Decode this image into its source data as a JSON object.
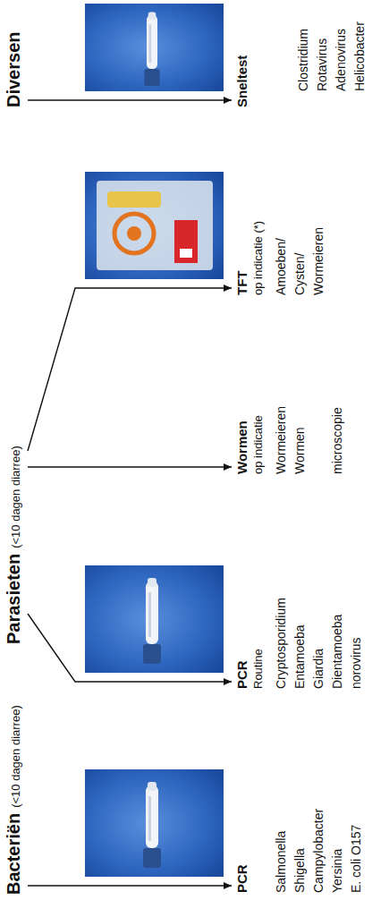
{
  "diagram": {
    "nodes": [
      {
        "text": [
          "Bacteriën",
          "(<10 dagen diarree)"
        ]
      },
      {
        "text": [
          "Parasieten",
          "(<10 dagen diarree)"
        ]
      },
      {
        "text": [
          "Diversen"
        ]
      },
      {
        "text": [
          "PCR"
        ]
      },
      {
        "text": [
          "PCR",
          "Routine"
        ]
      },
      {
        "text": [
          "Wormen",
          "op indicatie"
        ]
      },
      {
        "text": [
          "TFT",
          "op indicatie (*)"
        ]
      },
      {
        "text": [
          "Sneltest"
        ]
      }
    ],
    "edges": [
      {
        "from": 0,
        "to": 3,
        "arrow": "to"
      },
      {
        "from": 1,
        "to": 4,
        "arrow": "to"
      },
      {
        "from": 1,
        "to": 5,
        "arrow": "to"
      },
      {
        "from": 1,
        "to": 6,
        "arrow": "to"
      },
      {
        "from": 2,
        "to": 7,
        "arrow": "to"
      }
    ],
    "labels": [
      "Salmonella",
      "Shigella",
      "Campylobacter",
      "Yersinia",
      "E. coli O157",
      "Cryptosporidium",
      "Entamoeba",
      "Giardia",
      "Dientamoeba",
      "norovirus",
      "Wormeieren",
      "Wormen",
      "microscopie",
      "Amoeben/",
      "Cysten/",
      "Wormeieren",
      "Clostridium",
      "Rotavirus",
      "Adenovirus",
      "Helicobacter"
    ]
  }
}
